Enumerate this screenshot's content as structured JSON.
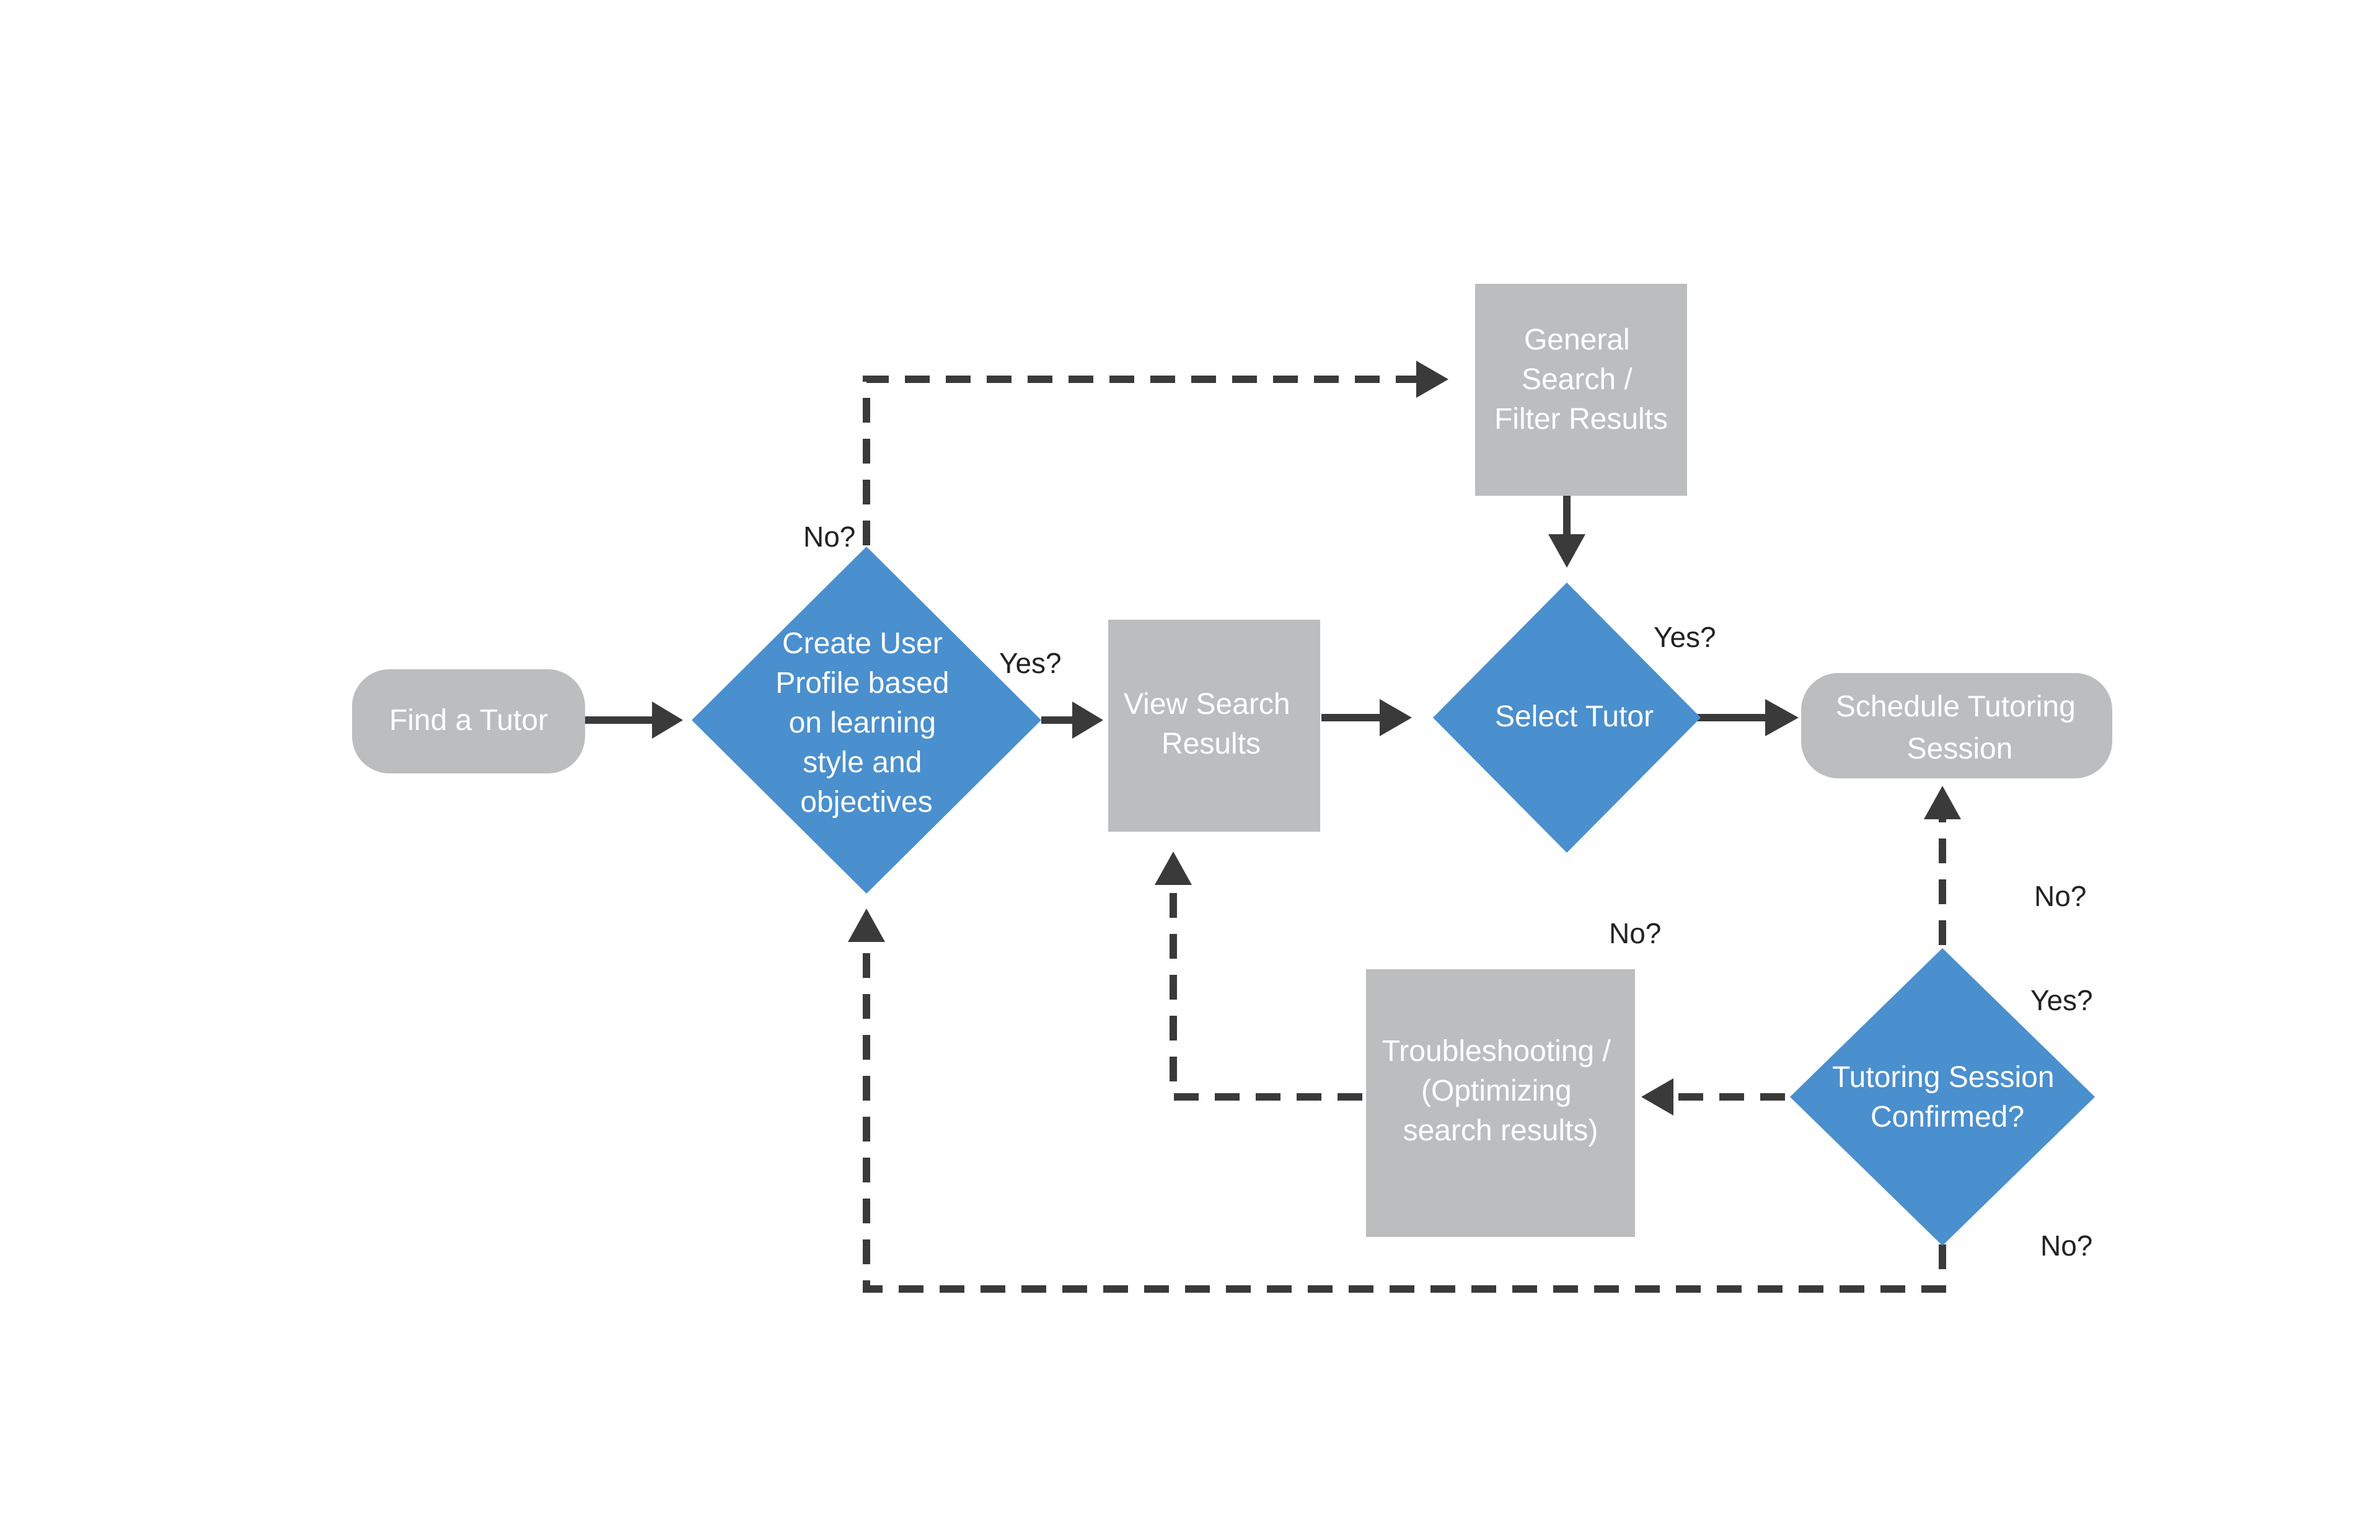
{
  "colors": {
    "process_gray": "#bcbdbe",
    "decision_blue": "#4a8fce",
    "connector": "#3a3a3a",
    "node_text": "#ffffff",
    "label_text": "#222222"
  },
  "nodes": {
    "find_tutor": {
      "shape": "rounded-rectangle",
      "lines": [
        "Find a Tutor"
      ]
    },
    "create_profile": {
      "shape": "diamond",
      "lines": [
        "Create User",
        "Profile based",
        "on learning",
        "style and",
        "objectives"
      ]
    },
    "general_search": {
      "shape": "rectangle",
      "lines": [
        "General",
        "Search /",
        "Filter Results"
      ]
    },
    "view_results": {
      "shape": "rectangle",
      "lines": [
        "View Search",
        "Results"
      ]
    },
    "select_tutor": {
      "shape": "diamond",
      "lines": [
        "Select Tutor"
      ]
    },
    "schedule_session": {
      "shape": "rounded-rectangle",
      "lines": [
        "Schedule Tutoring",
        "Session"
      ]
    },
    "troubleshooting": {
      "shape": "rectangle",
      "lines": [
        "Troubleshooting /",
        "(Optimizing",
        "search results)"
      ]
    },
    "session_confirmed": {
      "shape": "diamond",
      "lines": [
        "Tutoring Session",
        "Confirmed?"
      ]
    }
  },
  "edges": [
    {
      "from": "find_tutor",
      "to": "create_profile",
      "style": "solid",
      "label": ""
    },
    {
      "from": "create_profile",
      "to": "general_search",
      "style": "dashed",
      "label": "No?"
    },
    {
      "from": "create_profile",
      "to": "view_results",
      "style": "solid",
      "label": "Yes?"
    },
    {
      "from": "general_search",
      "to": "select_tutor",
      "style": "solid",
      "label": ""
    },
    {
      "from": "view_results",
      "to": "select_tutor",
      "style": "solid",
      "label": ""
    },
    {
      "from": "select_tutor",
      "to": "schedule_session",
      "style": "solid",
      "label": "Yes?"
    },
    {
      "from": "session_confirmed",
      "to": "schedule_session",
      "style": "dashed",
      "label": "Yes?"
    },
    {
      "from": "session_confirmed",
      "to": "troubleshooting",
      "style": "dashed",
      "label": "No?"
    },
    {
      "from": "troubleshooting",
      "to": "view_results",
      "style": "dashed",
      "label": "No?"
    },
    {
      "from": "session_confirmed",
      "to": "create_profile",
      "style": "dashed",
      "label": "No?"
    }
  ]
}
